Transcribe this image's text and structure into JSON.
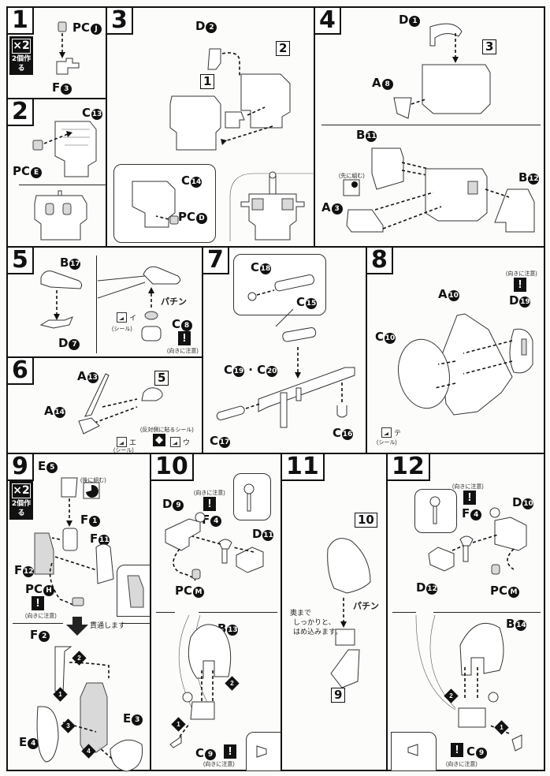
{
  "page": {
    "title": "Assembly instructions page",
    "accent": "#111111"
  },
  "common": {
    "make_two_badge": "×2",
    "make_two_caption": "2個作る",
    "orientation_note": "(向きに注意)",
    "sticker_caption": "(シール)",
    "snap_sound": "パチン"
  },
  "steps": [
    {
      "number": "1",
      "badge": true,
      "labels": [
        "PC",
        "F"
      ],
      "parts": [
        {
          "letter": "PC",
          "n": "J"
        },
        {
          "letter": "F",
          "n": "3"
        }
      ]
    },
    {
      "number": "2",
      "parts": [
        {
          "letter": "C",
          "n": "13"
        },
        {
          "letter": "PC",
          "n": "E"
        }
      ]
    },
    {
      "number": "3",
      "parts": [
        {
          "letter": "D",
          "n": "2"
        },
        {
          "letter": "C",
          "n": "14"
        },
        {
          "letter": "PC",
          "n": "D"
        }
      ],
      "refs": [
        "1",
        "2"
      ]
    },
    {
      "number": "4",
      "parts": [
        {
          "letter": "D",
          "n": "1"
        },
        {
          "letter": "A",
          "n": "8"
        },
        {
          "letter": "B",
          "n": "11"
        },
        {
          "letter": "B",
          "n": "12"
        },
        {
          "letter": "A",
          "n": "3"
        }
      ],
      "refs": [
        "3"
      ],
      "notes": [
        "(先に組む)"
      ]
    },
    {
      "number": "5",
      "parts": [
        {
          "letter": "B",
          "n": "17"
        },
        {
          "letter": "D",
          "n": "7"
        },
        {
          "letter": "C",
          "n": "8"
        }
      ],
      "stickers": [
        "イ"
      ]
    },
    {
      "number": "6",
      "parts": [
        {
          "letter": "A",
          "n": "13"
        },
        {
          "letter": "A",
          "n": "14"
        }
      ],
      "refs": [
        "5"
      ],
      "stickers": [
        "エ",
        "ウ"
      ],
      "notes": [
        "(反対側に貼るシール)"
      ]
    },
    {
      "number": "7",
      "parts": [
        {
          "letter": "C",
          "n": "18"
        },
        {
          "letter": "C",
          "n": "15"
        },
        {
          "letter": "C",
          "n": "19"
        },
        {
          "letter": "C",
          "n": "20"
        },
        {
          "letter": "C",
          "n": "17"
        },
        {
          "letter": "C",
          "n": "16"
        }
      ]
    },
    {
      "number": "8",
      "parts": [
        {
          "letter": "A",
          "n": "10"
        },
        {
          "letter": "D",
          "n": "19"
        },
        {
          "letter": "C",
          "n": "10"
        }
      ],
      "stickers": [
        "テ"
      ]
    },
    {
      "number": "9",
      "badge": true,
      "parts": [
        {
          "letter": "E",
          "n": "5"
        },
        {
          "letter": "F",
          "n": "1"
        },
        {
          "letter": "F",
          "n": "11"
        },
        {
          "letter": "F",
          "n": "12"
        },
        {
          "letter": "PC",
          "n": "H"
        },
        {
          "letter": "F",
          "n": "2"
        },
        {
          "letter": "E",
          "n": "3"
        },
        {
          "letter": "E",
          "n": "4"
        }
      ],
      "notes": [
        "(後に組む)",
        "貫通します"
      ],
      "order": [
        "1",
        "2",
        "3",
        "4"
      ]
    },
    {
      "number": "10",
      "parts": [
        {
          "letter": "D",
          "n": "9"
        },
        {
          "letter": "F",
          "n": "4"
        },
        {
          "letter": "D",
          "n": "11"
        },
        {
          "letter": "PC",
          "n": "M"
        },
        {
          "letter": "B",
          "n": "13"
        },
        {
          "letter": "C",
          "n": "9"
        }
      ],
      "order": [
        "1",
        "2"
      ]
    },
    {
      "number": "11",
      "refs": [
        "10",
        "9"
      ],
      "notes": [
        "奥まで",
        "しっかりと、",
        "はめ込みます。"
      ]
    },
    {
      "number": "12",
      "parts": [
        {
          "letter": "F",
          "n": "4"
        },
        {
          "letter": "D",
          "n": "10"
        },
        {
          "letter": "D",
          "n": "12"
        },
        {
          "letter": "PC",
          "n": "M"
        },
        {
          "letter": "B",
          "n": "14"
        },
        {
          "letter": "C",
          "n": "9"
        }
      ],
      "order": [
        "1",
        "2"
      ]
    }
  ],
  "glyphs": {
    "J": "J",
    "E": "E",
    "D": "D",
    "H": "H",
    "M": "M",
    "n1": "❶",
    "n2": "❷",
    "n3": "❸",
    "n4": "❹"
  }
}
